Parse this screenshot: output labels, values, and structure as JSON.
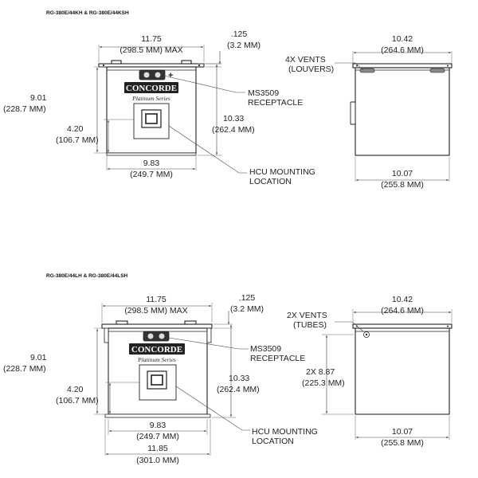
{
  "sections": [
    {
      "title": "RG-380E/44KH & RG-380E/44KSH",
      "front": {
        "logo": "CONCORDE",
        "logo_sub": "Platinum Series",
        "width_max": {
          "value": "11.75",
          "metric": "(298.5 MM) MAX"
        },
        "lid": {
          "value": ".125",
          "metric": "(3.2 MM)"
        },
        "height_body": {
          "value": "9.01",
          "metric": "(228.7 MM)"
        },
        "height_total": {
          "value": "10.33",
          "metric": "(262.4 MM)"
        },
        "hcu_height": {
          "value": "4.20",
          "metric": "(106.7 MM)"
        },
        "width_body": {
          "value": "9.83",
          "metric": "(249.7 MM)"
        },
        "callout_receptacle": [
          "MS3509",
          "RECEPTACLE"
        ],
        "callout_hcu": [
          "HCU MOUNTING",
          "LOCATION"
        ]
      },
      "side": {
        "depth_top": {
          "value": "10.42",
          "metric": "(264.6 MM)"
        },
        "depth_bottom": {
          "value": "10.07",
          "metric": "(255.8 MM)"
        },
        "callout_vents": [
          "4X VENTS",
          "(LOUVERS)"
        ]
      }
    },
    {
      "title": "RG-380E/44LH & RG-380E/44LSH",
      "front": {
        "logo": "CONCORDE",
        "logo_sub": "Platinum Series",
        "width_max": {
          "value": "11.75",
          "metric": "(298.5 MM) MAX"
        },
        "lid": {
          "value": ".125",
          "metric": "(3.2 MM)"
        },
        "height_body": {
          "value": "9.01",
          "metric": "(228.7 MM)"
        },
        "height_total": {
          "value": "10.33",
          "metric": "(262.4 MM)"
        },
        "hcu_height": {
          "value": "4.20",
          "metric": "(106.7 MM)"
        },
        "width_body": {
          "value": "9.83",
          "metric": "(249.7 MM)"
        },
        "width_base": {
          "value": "11.85",
          "metric": "(301.0 MM)"
        },
        "callout_receptacle": [
          "MS3509",
          "RECEPTACLE"
        ],
        "callout_hcu": [
          "HCU MOUNTING",
          "LOCATION"
        ]
      },
      "side": {
        "depth_top": {
          "value": "10.42",
          "metric": "(264.6 MM)"
        },
        "depth_bottom": {
          "value": "10.07",
          "metric": "(255.8 MM)"
        },
        "height_side": {
          "value": "2X 8.87",
          "metric": "(225.3 MM)"
        },
        "callout_vents": [
          "2X VENTS",
          "(TUBES)"
        ]
      }
    }
  ],
  "symbols": {
    "plus": "+"
  }
}
